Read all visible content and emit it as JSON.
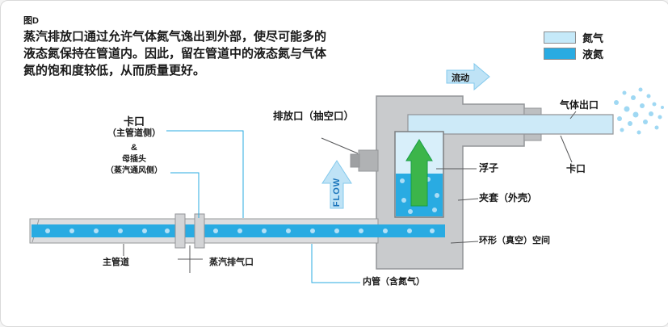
{
  "figure": {
    "label": "图D"
  },
  "description": {
    "lines": [
      "蒸汽排放口通过允许气体氮气逸出到外部，使尽可能多的",
      "液态氮保持在管道内。因此，留在管道中的液态氮与气体",
      "氮的饱和度较低，从而质量更好。"
    ]
  },
  "legend": {
    "items": [
      {
        "label": "氮气",
        "color": "#C5E9F9"
      },
      {
        "label": "液氮",
        "color": "#29ABE2"
      }
    ]
  },
  "arrows": {
    "flow_cn": "流动",
    "flow_en": "FLOW"
  },
  "labels": {
    "bayonet_main": "卡口",
    "bayonet_main_sub": "（主管道侧）",
    "ampersand": "&",
    "female_plug": "母插头",
    "female_plug_sub": "（蒸汽通风侧）",
    "vent_port": "排放口（抽空口）",
    "gas_outlet": "气体出口",
    "float": "浮子",
    "bayonet_right": "卡口",
    "jacket": "夹套（外壳）",
    "annular_space": "环形（真空）空间",
    "main_pipe": "主管道",
    "steam_vent": "蒸汽排气口",
    "inner_pipe": "内管（含氮气）"
  },
  "colors": {
    "liquid_nitrogen_blue": "#29ABE2",
    "nitrogen_gas_light_blue": "#C5E9F9",
    "float_green": "#3CB54A",
    "jacket_gray": "#C9CBCD"
  }
}
